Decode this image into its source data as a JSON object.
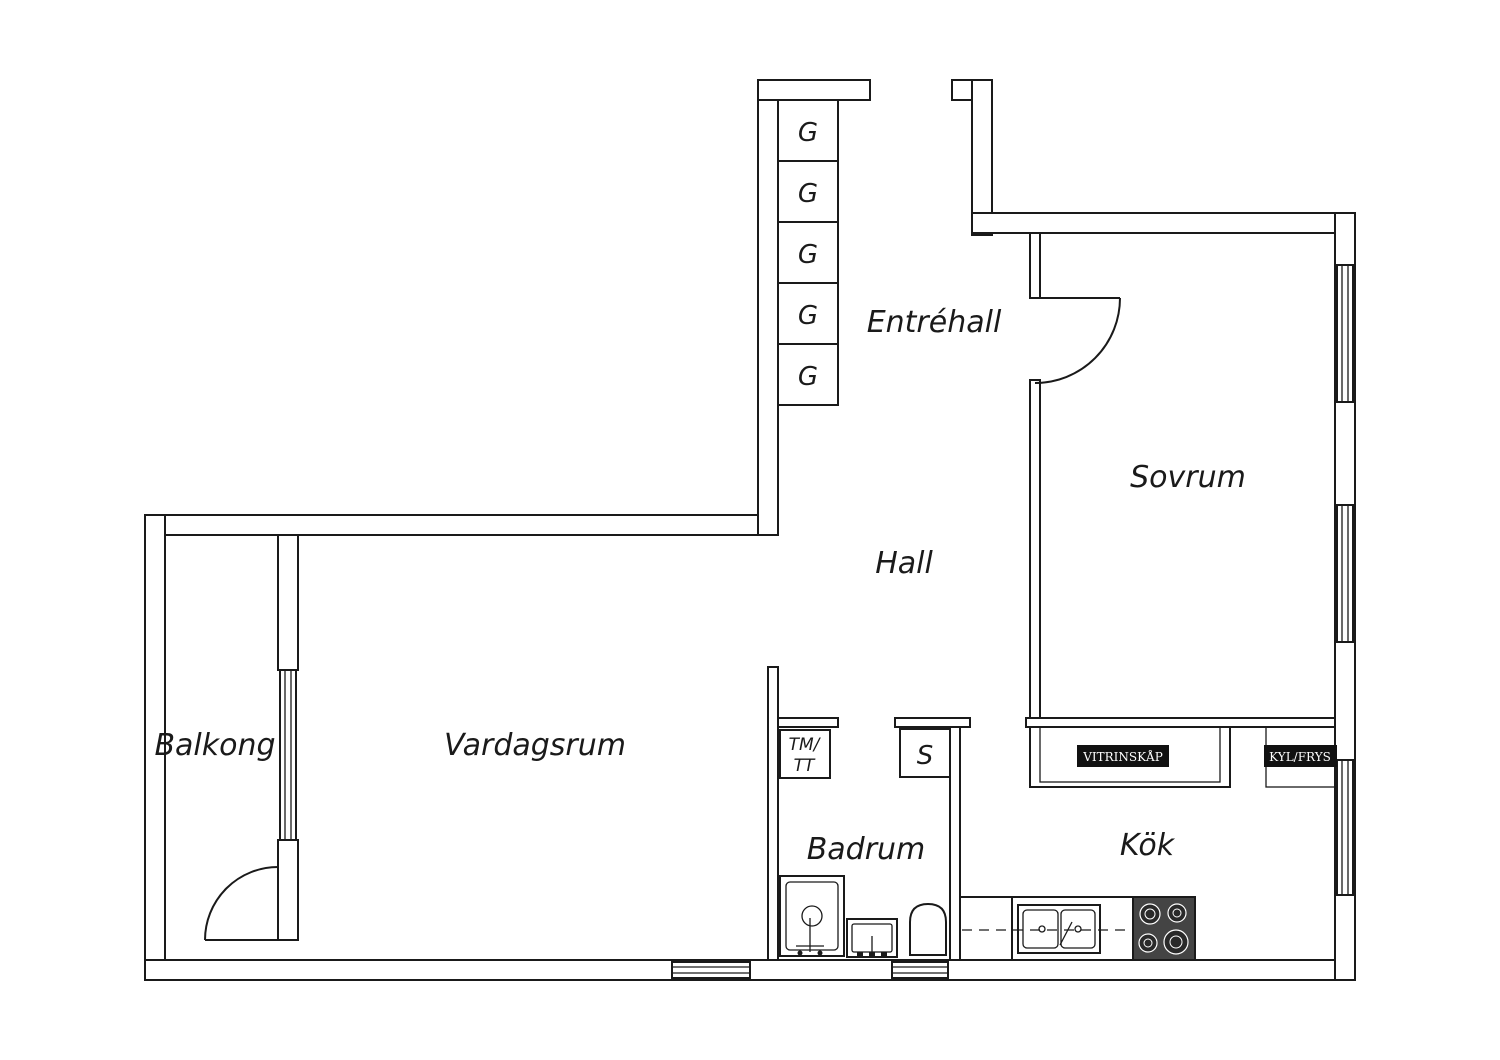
{
  "rooms": {
    "entrehall": "Entréhall",
    "sovrum": "Sovrum",
    "hall": "Hall",
    "balkong": "Balkong",
    "vardagsrum": "Vardagsrum",
    "badrum": "Badrum",
    "kok": "Kök"
  },
  "wardrobes": [
    "G",
    "G",
    "G",
    "G",
    "G"
  ],
  "fixtures": {
    "tm_line1": "TM/",
    "tm_line2": "TT",
    "s": "S",
    "vitrinskap": "VITRINSKÅP",
    "kylfrys": "KYL/FRYS"
  }
}
